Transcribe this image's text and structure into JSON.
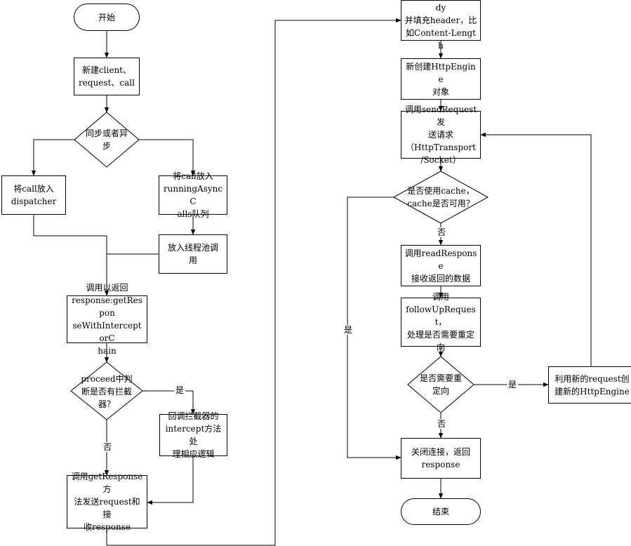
{
  "nodes": {
    "start": "开始",
    "create_client": "新建client、\nrequest、call",
    "sync_async": "同步或者异\n步",
    "put_dispatcher": "将call放入\ndispatcher",
    "put_running": "将call放入\nrunningAsyncC\nalls队列",
    "thread_pool": "放入线程池调\n用",
    "call_return": "调用以返回\nresponse:getRespon\nseWithInterceptorC\nhain",
    "proceed_check": "proceed中判\n断是否有拦截\n器？",
    "callback_intercept": "回调拦截器的\nintercept方法处\n理相应逻辑",
    "call_getresponse": "调用getResponse方\n法发送request和接\n收response",
    "fill_header": "获取request的body\n并填充header，比\n如Content-Length",
    "new_engine": "新创建HttpEngine\n对象",
    "send_request": "调用sendRequest发\n送请求\n（HttpTransport\n/Socket）",
    "cache_check": "是否使用cache，\ncache是否可用？",
    "read_response": "调用readResponse\n接收返回的数据",
    "follow_up": "调用\nfollowUpRequest，\n处理是否需要重定\n向",
    "redirect_check": "是否需要重\n定向",
    "create_new_engine": "利用新的request创\n建新的HttpEngine",
    "close_conn": "关闭连接，返回\nresponse",
    "end": "结束"
  },
  "edge_labels": {
    "proceed_yes": "是",
    "proceed_no": "否",
    "cache_yes": "是",
    "cache_no": "否",
    "redirect_yes": "是",
    "redirect_no": "否"
  }
}
